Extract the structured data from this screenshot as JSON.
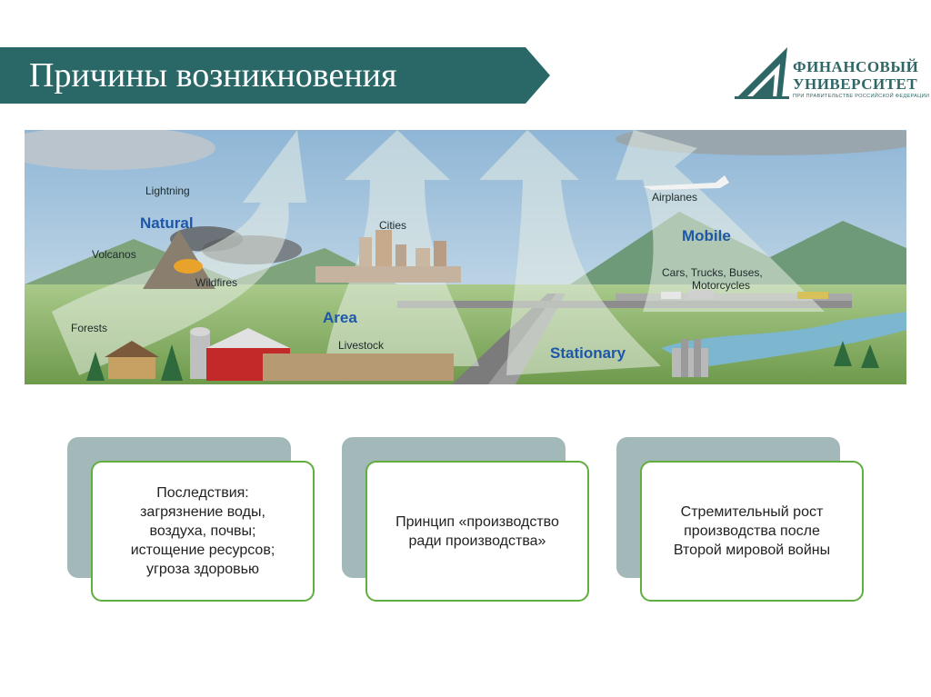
{
  "slide": {
    "title": "Причины возникновения",
    "brand_color": "#2a6767"
  },
  "logo": {
    "line1": "ФИНАНСОВЫЙ",
    "line2": "УНИВЕРСИТЕТ",
    "subtitle": "ПРИ ПРАВИТЕЛЬСТВЕ РОССИЙСКОЙ ФЕДЕРАЦИИ"
  },
  "illustration": {
    "labels": {
      "lightning": "Lightning",
      "natural": "Natural",
      "volcanos": "Volcanos",
      "wildfires": "Wildfires",
      "forests": "Forests",
      "cities": "Cities",
      "area": "Area",
      "livestock": "Livestock",
      "airplanes": "Airplanes",
      "mobile": "Mobile",
      "cars": "Cars, Trucks, Buses,",
      "motorcycles": "Motorcycles",
      "stationary": "Stationary"
    }
  },
  "cards": [
    {
      "text": "Последствия:\nзагрязнение воды,\nвоздуха, почвы;\nистощение ресурсов;\nугроза здоровью"
    },
    {
      "text": "Принцип «производство\nради производства»"
    },
    {
      "text": "Стремительный рост\nпроизводства после\nВторой мировой войны"
    }
  ]
}
